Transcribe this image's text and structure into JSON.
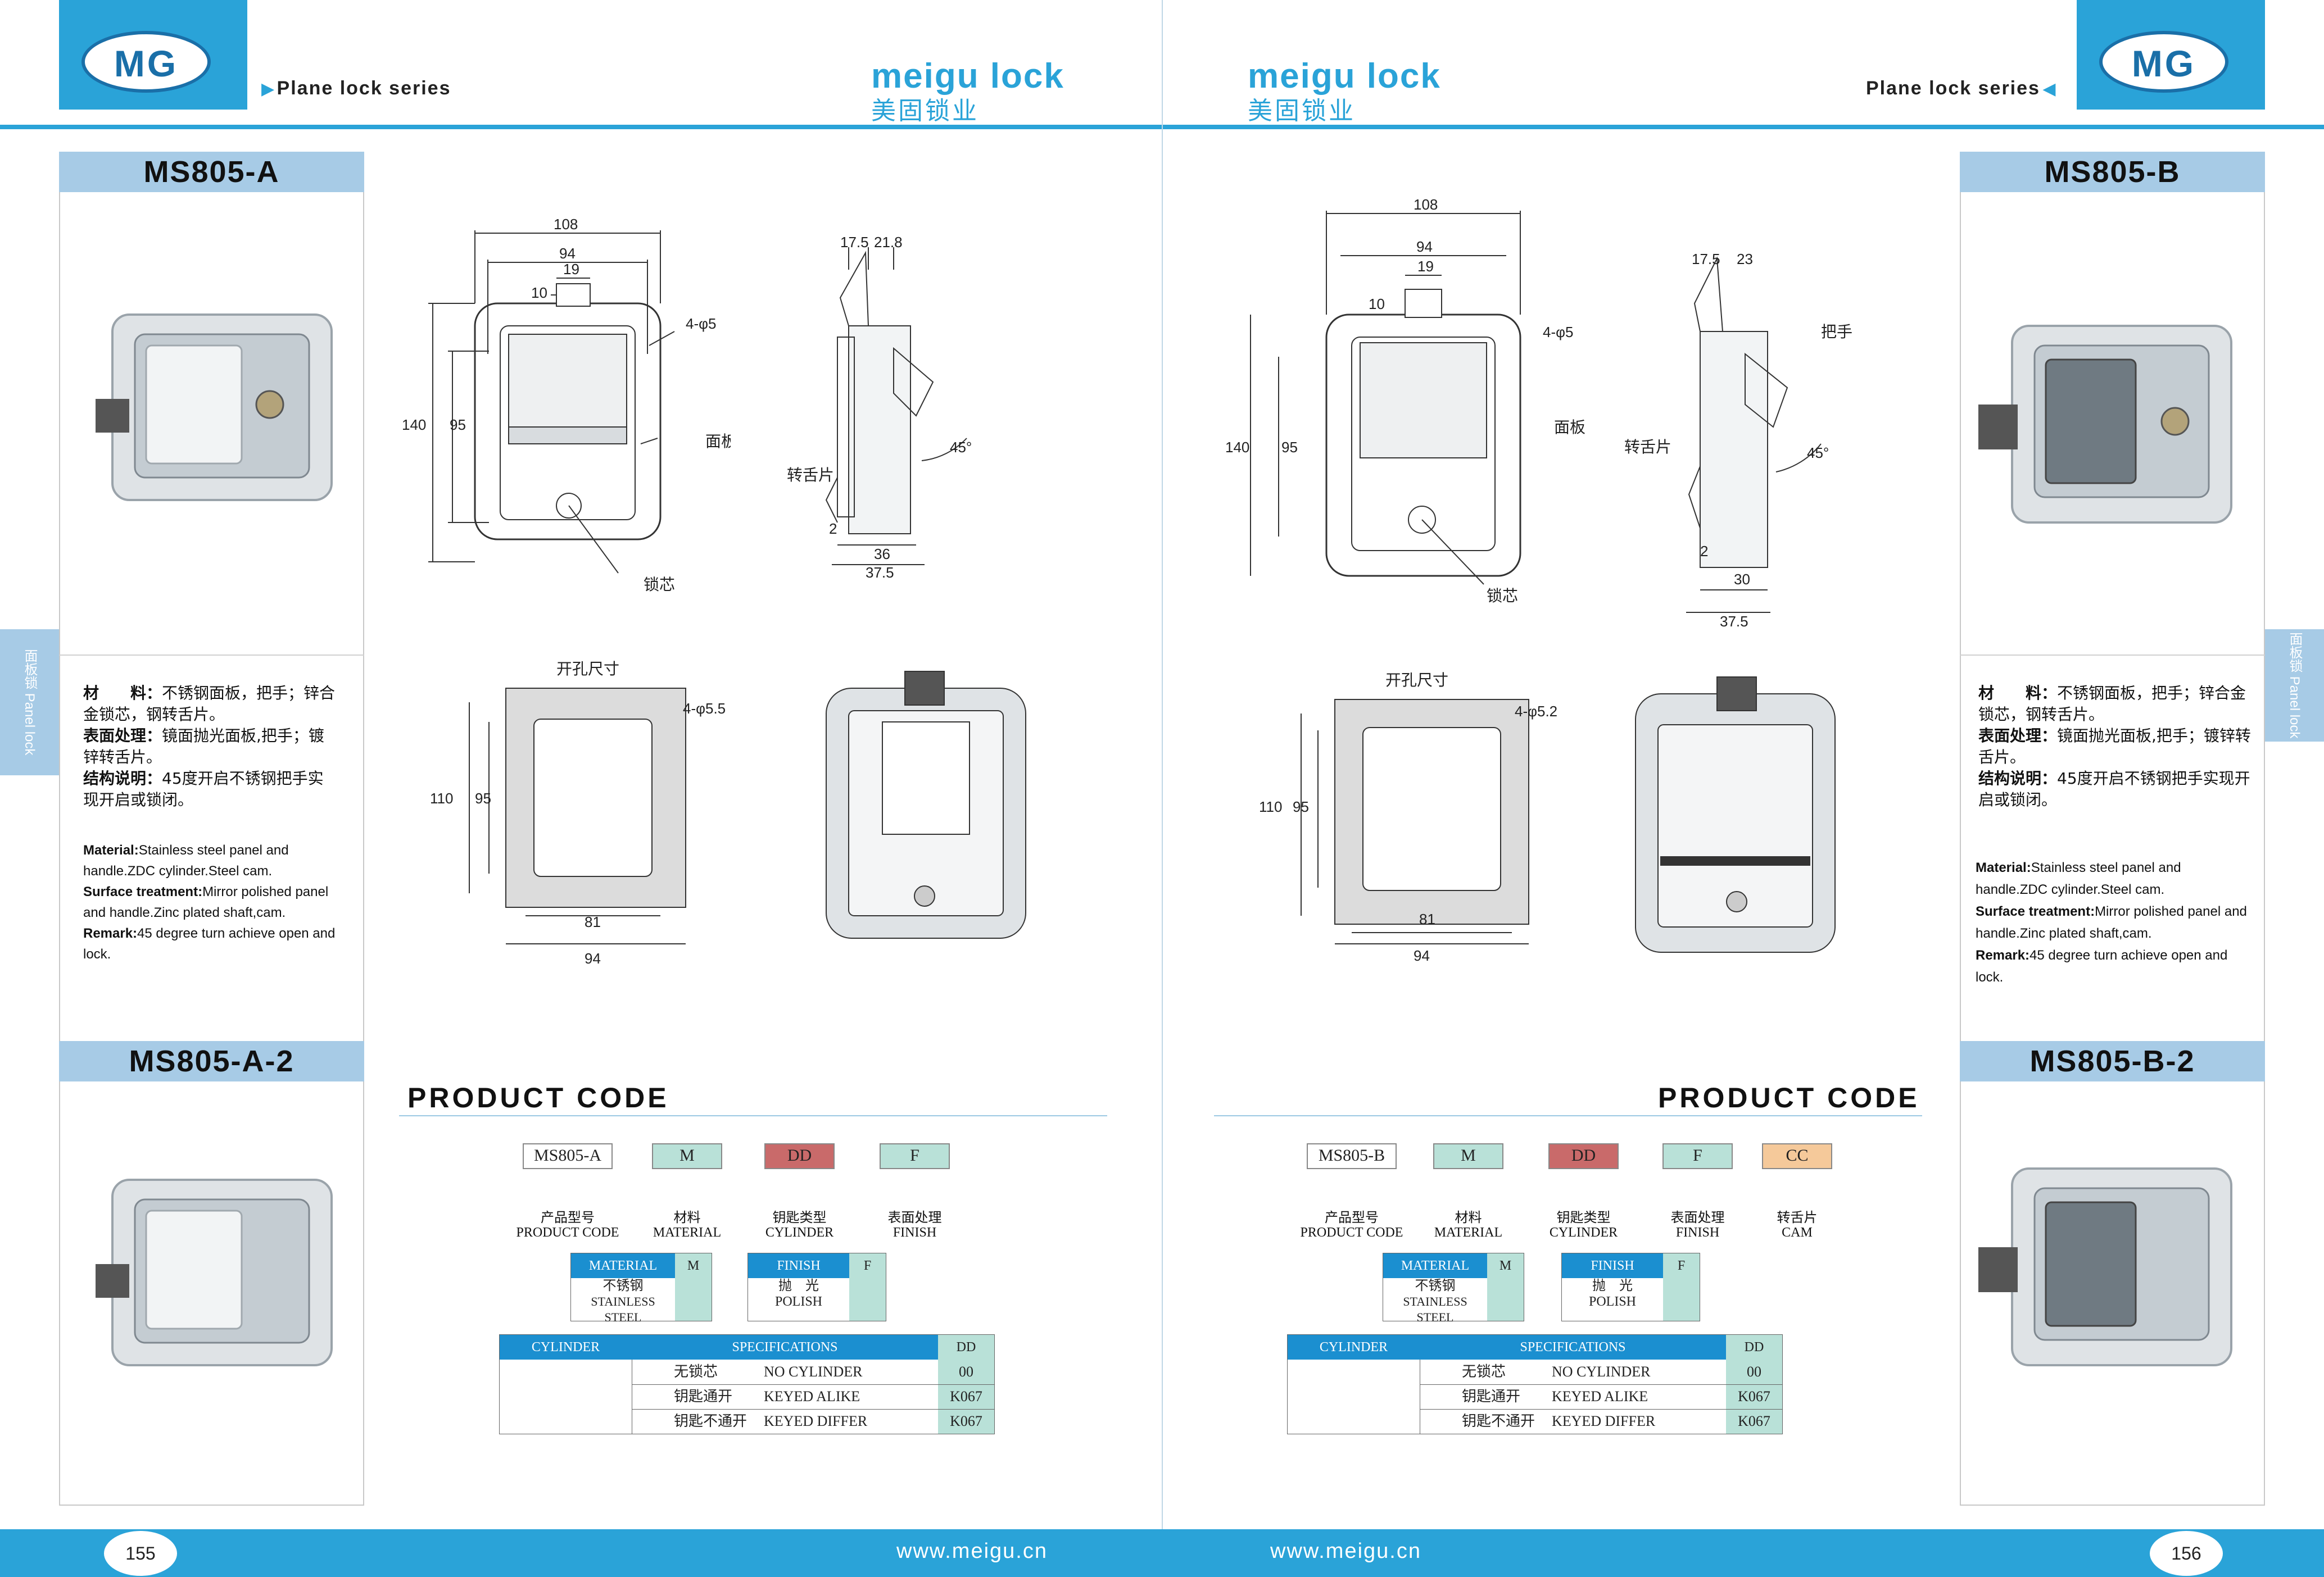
{
  "left_page": {
    "logo": "MG",
    "series": "Plane lock series",
    "brand": "meigu lock",
    "brand_cn": "美固锁业",
    "side_tab": "面板锁 Panel lock",
    "model_a": "MS805-A",
    "model_a2": "MS805-A-2",
    "spec_cn": {
      "material_label": "材　　料：",
      "material": "不锈钢面板，把手；锌合金锁芯，钢转舌片。",
      "surface_label": "表面处理：",
      "surface": "镜面抛光面板,把手；镀锌转舌片。",
      "structure_label": "结构说明：",
      "structure": "45度开启不锈钢把手实现开启或锁闭。"
    },
    "spec_en": {
      "material_label": "Material:",
      "material": "Stainless steel panel and handle.ZDC cylinder.Steel cam.",
      "surface_label": "Surface treatment:",
      "surface": "Mirror polished panel and handle.Zinc plated shaft,cam.",
      "remark_label": "Remark:",
      "remark": "45 degree turn achieve open and lock."
    },
    "drawing": {
      "d108": "108",
      "d94": "94",
      "d19": "19",
      "d10": "10",
      "holes": "4-φ5",
      "d140": "140",
      "d95": "95",
      "panel": "面板",
      "cylinder": "锁芯",
      "s175": "17.5",
      "s218": "21.8",
      "cam": "转舌片",
      "angle": "45°",
      "s2": "2",
      "s36": "36",
      "s375": "37.5",
      "cutout": "开孔尺寸",
      "chole": "4-φ5.5",
      "c110": "110",
      "c95": "95",
      "c81": "81",
      "c94": "94"
    },
    "product_code": {
      "title": "PRODUCT CODE",
      "codes": [
        "MS805-A",
        "M",
        "DD",
        "F"
      ],
      "labels_cn": [
        "产品型号",
        "材料",
        "钥匙类型",
        "表面处理"
      ],
      "labels_en": [
        "PRODUCT CODE",
        "MATERIAL",
        "CYLINDER",
        "FINISH"
      ]
    },
    "page_number": "155",
    "url": "www.meigu.cn"
  },
  "right_page": {
    "logo": "MG",
    "series": "Plane lock series",
    "brand": "meigu lock",
    "brand_cn": "美固锁业",
    "side_tab": "面板锁 Panel lock",
    "model_b": "MS805-B",
    "model_b2": "MS805-B-2",
    "spec_cn": {
      "material_label": "材　　料：",
      "material": "不锈钢面板，把手；锌合金锁芯，钢转舌片。",
      "surface_label": "表面处理：",
      "surface": "镜面抛光面板,把手；镀锌转舌片。",
      "structure_label": "结构说明：",
      "structure": "45度开启不锈钢把手实现开启或锁闭。"
    },
    "spec_en": {
      "material_label": "Material:",
      "material": "Stainless steel panel and handle.ZDC cylinder.Steel cam.",
      "surface_label": "Surface treatment:",
      "surface": "Mirror polished panel and handle.Zinc plated shaft,cam.",
      "remark_label": "Remark:",
      "remark": "45 degree turn achieve open and lock."
    },
    "drawing": {
      "d108": "108",
      "d94": "94",
      "d19": "19",
      "d10": "10",
      "holes": "4-φ5",
      "d140": "140",
      "d95": "95",
      "panel": "面板",
      "cylinder": "锁芯",
      "handle": "把手",
      "s175": "17.5",
      "s23": "23",
      "cam": "转舌片",
      "angle": "45°",
      "s2": "2",
      "s30": "30",
      "s375": "37.5",
      "cutout": "开孔尺寸",
      "chole": "4-φ5.2",
      "c110": "110",
      "c95": "95",
      "c81": "81",
      "c94": "94"
    },
    "product_code": {
      "title": "PRODUCT CODE",
      "codes": [
        "MS805-B",
        "M",
        "DD",
        "F",
        "CC"
      ],
      "labels_cn": [
        "产品型号",
        "材料",
        "钥匙类型",
        "表面处理",
        "转舌片"
      ],
      "labels_en": [
        "PRODUCT CODE",
        "MATERIAL",
        "CYLINDER",
        "FINISH",
        "CAM"
      ]
    },
    "page_number": "156",
    "url": "www.meigu.cn"
  },
  "tables": {
    "material_header": "MATERIAL",
    "material_code": "M",
    "material_cn": "不锈钢",
    "material_en": "STAINLESS STEEL",
    "finish_header": "FINISH",
    "finish_code": "F",
    "finish_cn": "抛　光",
    "finish_en": "POLISH",
    "cylinder_headers": [
      "CYLINDER",
      "SPECIFICATIONS",
      "DD"
    ],
    "cylinder_rows": [
      {
        "cn": "无锁芯",
        "en": "NO CYLINDER",
        "code": "00"
      },
      {
        "cn": "钥匙通开",
        "en": "KEYED ALIKE",
        "code": "K067"
      },
      {
        "cn": "钥匙不通开",
        "en": "KEYED DIFFER",
        "code": "K067"
      }
    ]
  },
  "colors": {
    "accent": "#2aa3d8",
    "model_bar": "#a7cbe6",
    "table_header": "#1b8fd0",
    "code_green": "#b9e1d8",
    "code_red": "#c96a6a",
    "code_orange": "#f5c99a"
  }
}
